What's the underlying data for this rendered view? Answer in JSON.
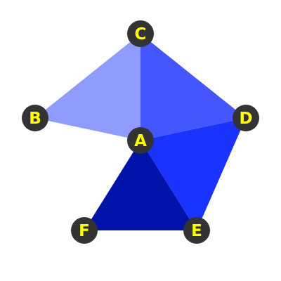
{
  "diagram": {
    "background": "#ffffff",
    "node_fill": "#333333",
    "label_color": "#ffff00",
    "nodes": [
      {
        "id": "A",
        "label": "A"
      },
      {
        "id": "B",
        "label": "B"
      },
      {
        "id": "C",
        "label": "C"
      },
      {
        "id": "D",
        "label": "D"
      },
      {
        "id": "E",
        "label": "E"
      },
      {
        "id": "F",
        "label": "F"
      }
    ],
    "faces": [
      {
        "vertices": [
          "A",
          "B",
          "C"
        ],
        "color": "#8f9bff"
      },
      {
        "vertices": [
          "A",
          "C",
          "D"
        ],
        "color": "#4457ff"
      },
      {
        "vertices": [
          "A",
          "D",
          "E"
        ],
        "color": "#1a33ff"
      },
      {
        "vertices": [
          "A",
          "E",
          "F"
        ],
        "color": "#0013a8"
      }
    ]
  }
}
